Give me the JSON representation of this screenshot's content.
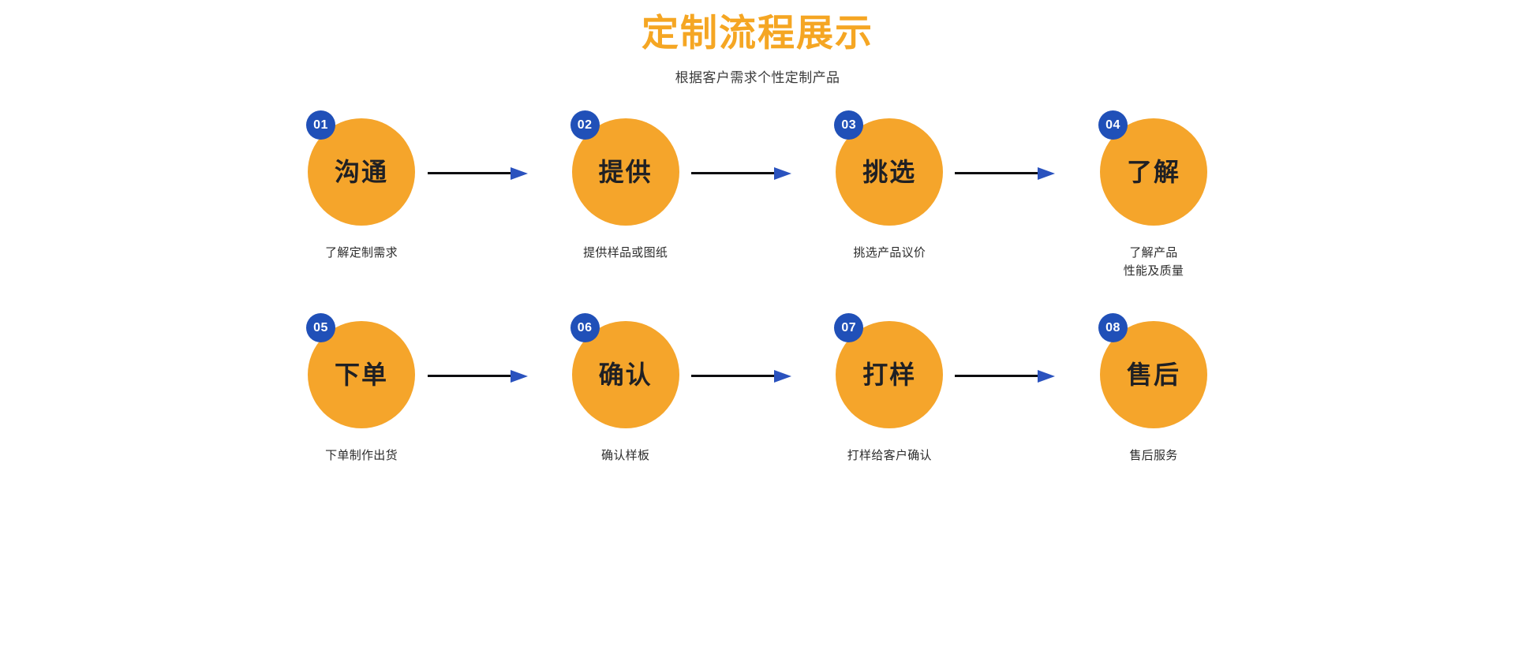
{
  "header": {
    "title": "定制流程展示",
    "subtitle": "根据客户需求个性定制产品"
  },
  "colors": {
    "title": "#f5a623",
    "circle": "#f5a52b",
    "badge": "#2050b8",
    "arrow_line": "#0e0e10",
    "arrow_head": "#2a52be",
    "text": "#2c2c2c",
    "background": "#ffffff"
  },
  "flow": {
    "rows": [
      {
        "steps": [
          {
            "number": "01",
            "label": "沟通",
            "caption_lines": [
              "了解定制需求"
            ]
          },
          {
            "number": "02",
            "label": "提供",
            "caption_lines": [
              "提供样品或图纸"
            ]
          },
          {
            "number": "03",
            "label": "挑选",
            "caption_lines": [
              "挑选产品议价"
            ]
          },
          {
            "number": "04",
            "label": "了解",
            "caption_lines": [
              "了解产品",
              "性能及质量"
            ]
          }
        ]
      },
      {
        "steps": [
          {
            "number": "05",
            "label": "下单",
            "caption_lines": [
              "下单制作出货"
            ]
          },
          {
            "number": "06",
            "label": "确认",
            "caption_lines": [
              "确认样板"
            ]
          },
          {
            "number": "07",
            "label": "打样",
            "caption_lines": [
              "打样给客户确认"
            ]
          },
          {
            "number": "08",
            "label": "售后",
            "caption_lines": [
              "售后服务"
            ]
          }
        ]
      }
    ]
  }
}
